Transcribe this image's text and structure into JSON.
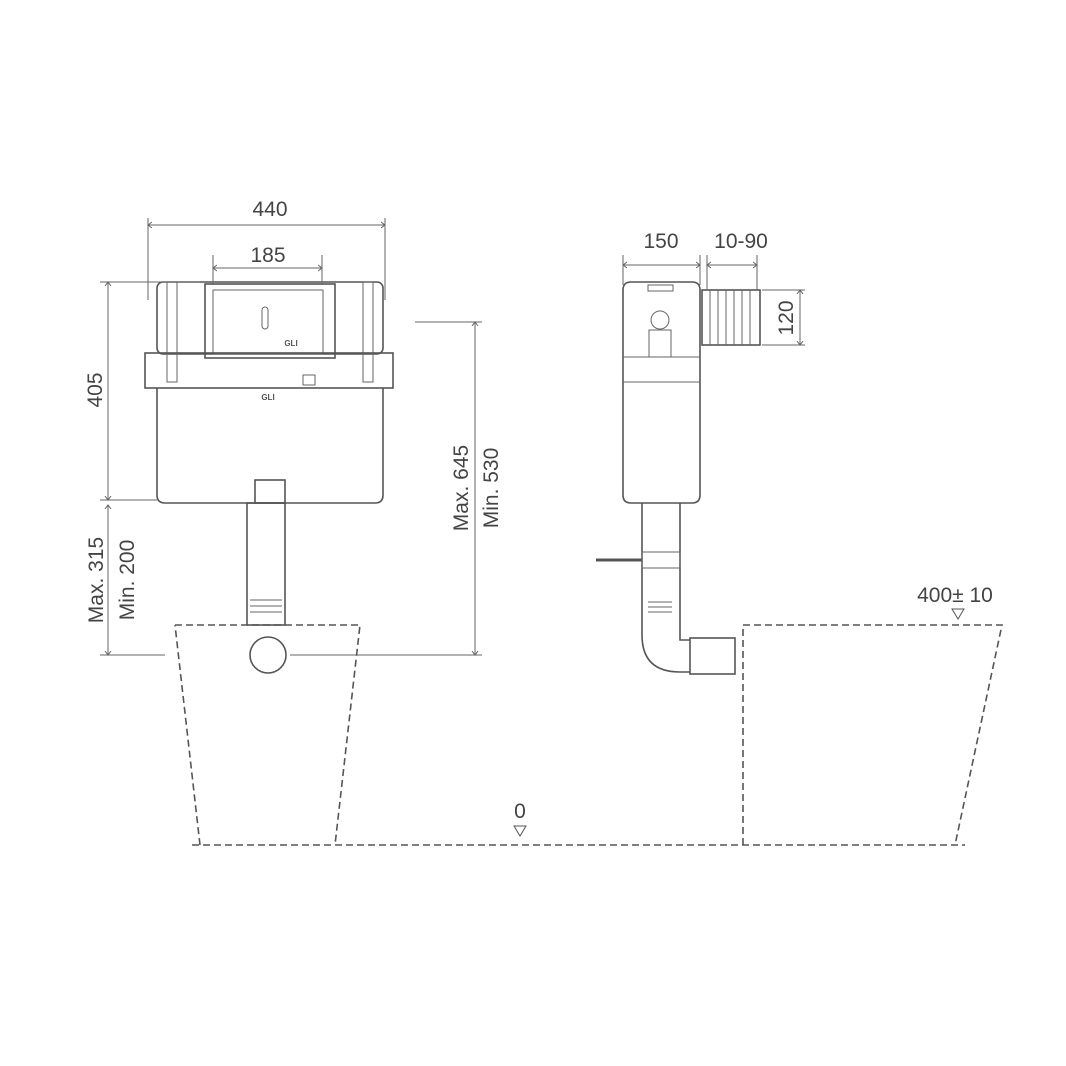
{
  "dimensions": {
    "width_total": "440",
    "width_plate": "185",
    "height_cistern": "405",
    "pipe_max": "Max. 315",
    "pipe_min": "Min. 200",
    "total_max": "Max. 645",
    "total_min": "Min. 530",
    "depth": "150",
    "depth_adjust": "10-90",
    "connector": "120",
    "bowl_height": "400± 10",
    "floor": "0"
  },
  "brand_marks": [
    "GLI",
    "GLI"
  ]
}
